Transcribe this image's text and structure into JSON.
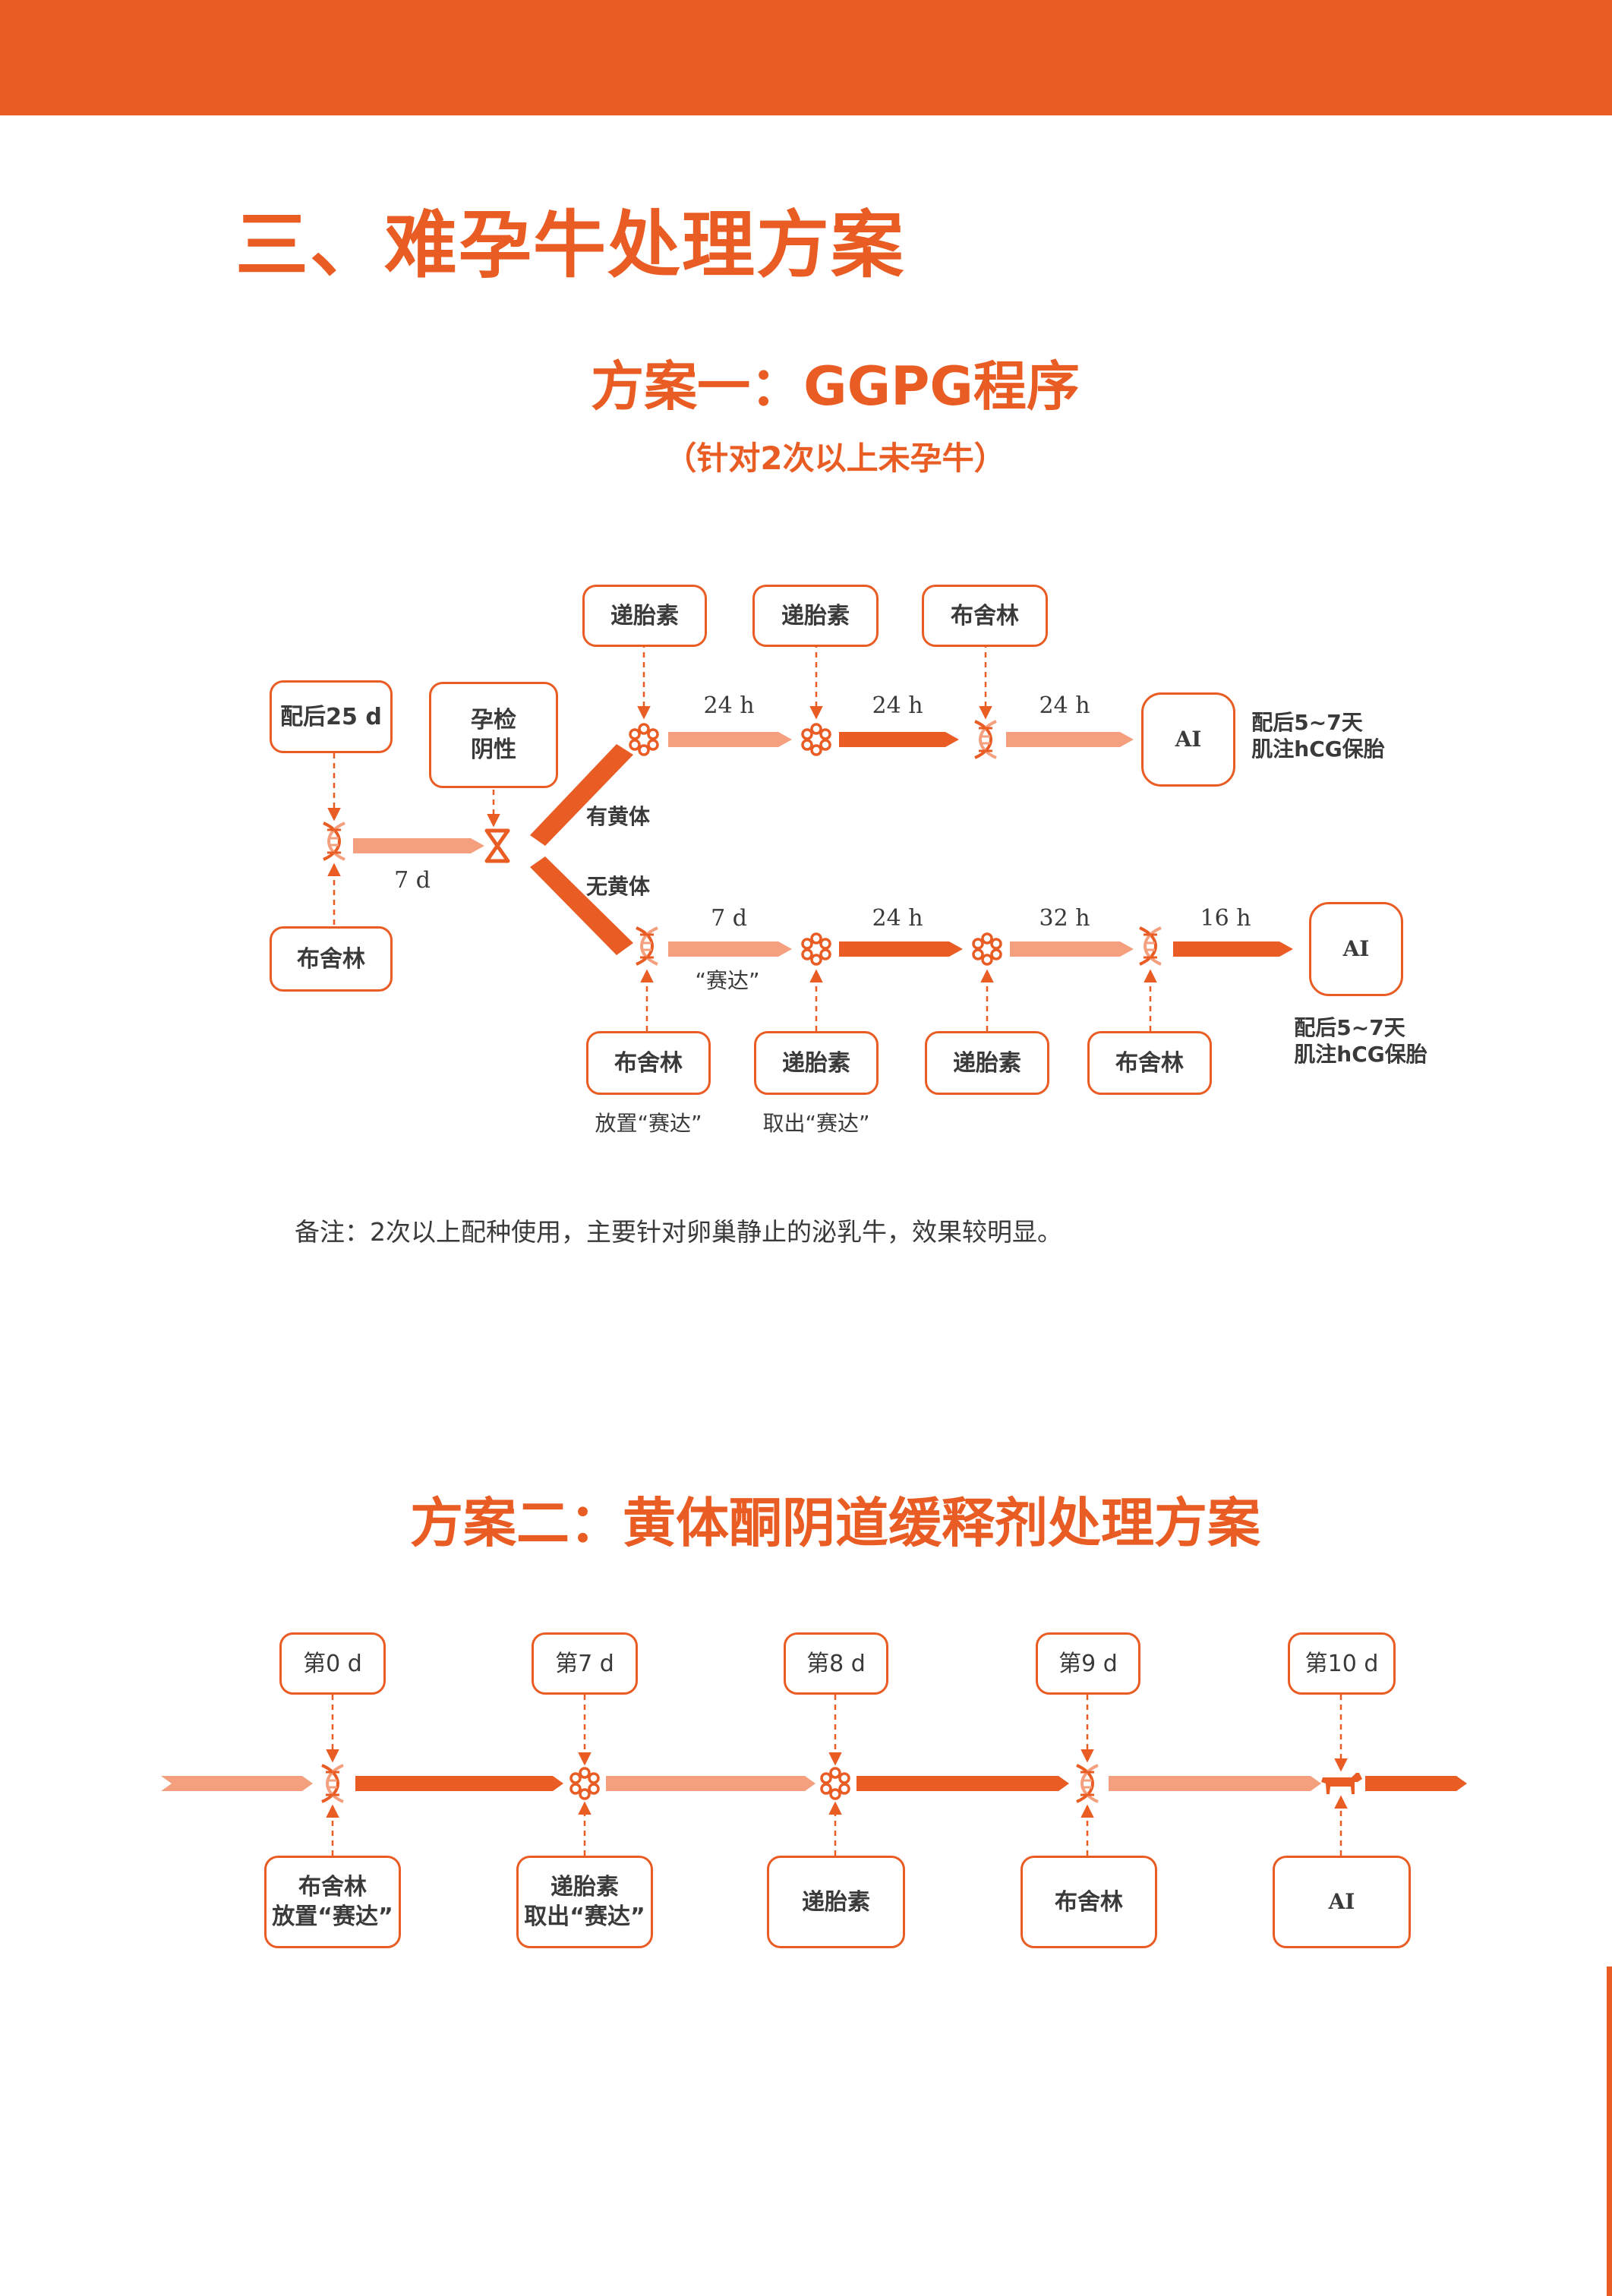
{
  "colors": {
    "accent": "#e95c23",
    "accent_light": "#f4a07f",
    "text": "#3a3a3a"
  },
  "page_title": "三、难孕牛处理方案",
  "plan1": {
    "title": "方案一：GGPG程序",
    "subtitle": "（针对2次以上未孕牛）",
    "boxes": {
      "post25d": "配后25 d",
      "preg_check": [
        "孕检",
        "阴性"
      ],
      "bushelin_start": "布舍林",
      "upper_prost1": "递胎素",
      "upper_prost2": "递胎素",
      "upper_bushelin": "布舍林",
      "upper_ai": "AI",
      "lower_bushelin": "布舍林",
      "lower_prost1": "递胎素",
      "lower_prost2": "递胎素",
      "lower_bushelin2": "布舍林",
      "lower_ai": "AI"
    },
    "labels": {
      "d7_start": "7 d",
      "has_cl": "有黄体",
      "no_cl": "无黄体",
      "upper_h1": "24 h",
      "upper_h2": "24 h",
      "upper_h3": "24 h",
      "upper_after_ai": [
        "配后5~7天",
        "肌注hCG保胎"
      ],
      "lower_d7": "7 d",
      "lower_saida": "“赛达”",
      "lower_h1": "24 h",
      "lower_h2": "32 h",
      "lower_h3": "16 h",
      "lower_after_ai": [
        "配后5~7天",
        "肌注hCG保胎"
      ],
      "place_saida": "放置“赛达”",
      "remove_saida": "取出“赛达”"
    },
    "note": "备注：2次以上配种使用，主要针对卵巢静止的泌乳牛，效果较明显。"
  },
  "plan2": {
    "title": "方案二：黄体酮阴道缓释剂处理方案",
    "days": [
      "第0 d",
      "第7 d",
      "第8 d",
      "第9 d",
      "第10 d"
    ],
    "actions": [
      [
        "布舍林",
        "放置“赛达”"
      ],
      [
        "递胎素",
        "取出“赛达”"
      ],
      [
        "递胎素"
      ],
      [
        "布舍林"
      ],
      [
        "AI"
      ]
    ]
  }
}
